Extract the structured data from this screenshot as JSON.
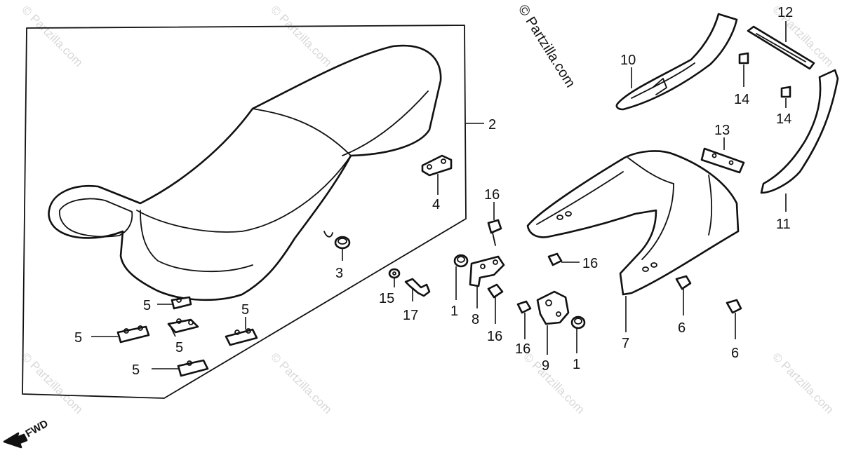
{
  "watermark": {
    "main": "© Partzilla.com",
    "faint": "© Partzilla.com"
  },
  "direction_label": "FWD",
  "callouts": {
    "c1a": "1",
    "c1b": "1",
    "c2": "2",
    "c3": "3",
    "c4": "4",
    "c5a": "5",
    "c5b": "5",
    "c5c": "5",
    "c5d": "5",
    "c5e": "5",
    "c6a": "6",
    "c6b": "6",
    "c7": "7",
    "c8": "8",
    "c9": "9",
    "c10": "10",
    "c11": "11",
    "c12": "12",
    "c13": "13",
    "c14a": "14",
    "c14b": "14",
    "c15": "15",
    "c16a": "16",
    "c16b": "16",
    "c16c": "16",
    "c16d": "16",
    "c17": "17"
  }
}
